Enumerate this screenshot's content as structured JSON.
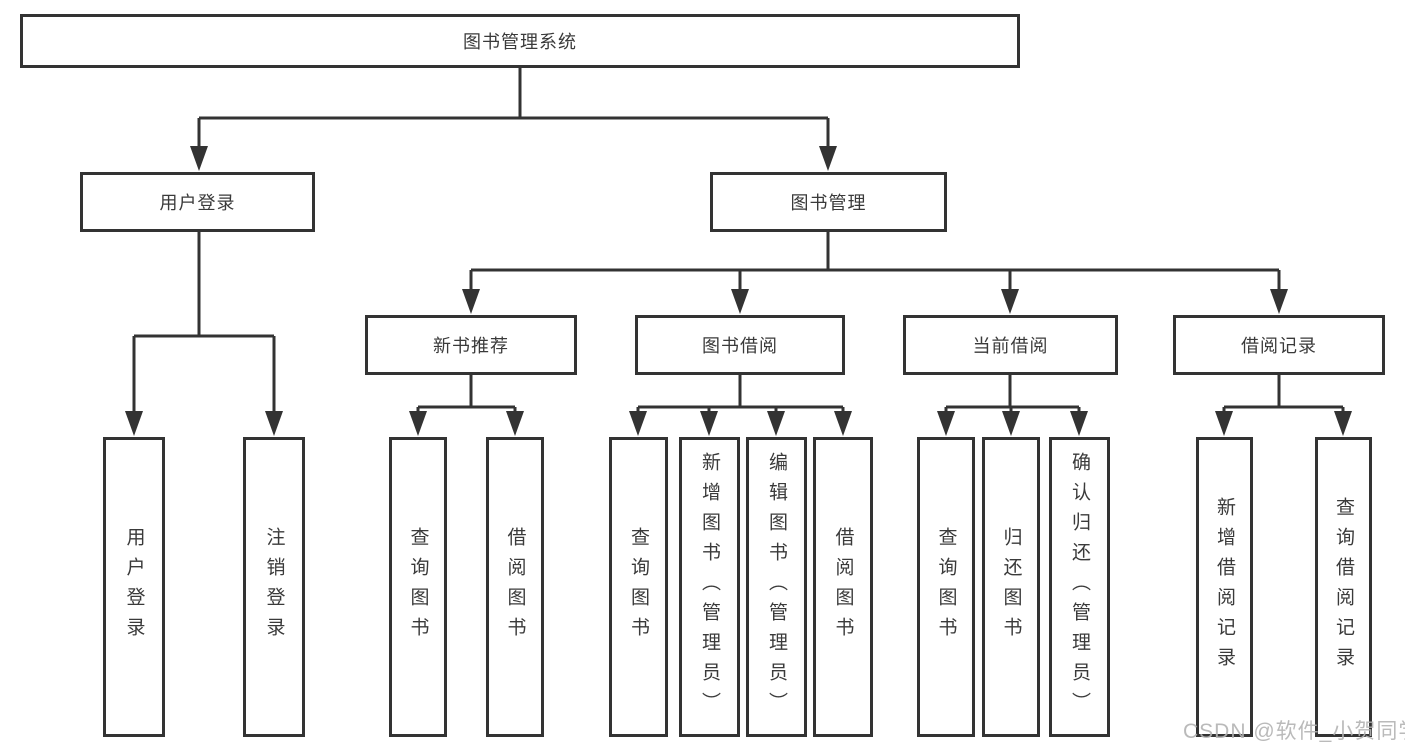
{
  "colors": {
    "line": "#333333",
    "text": "#3a3a3a",
    "background": "#ffffff",
    "watermark": "#b2b2b2"
  },
  "diagram": {
    "root": {
      "label": "图书管理系统"
    },
    "user_login": {
      "label": "用户登录",
      "children": [
        {
          "label": "用户登录"
        },
        {
          "label": "注销登录"
        }
      ]
    },
    "book_management": {
      "label": "图书管理",
      "sections": [
        {
          "label": "新书推荐",
          "children": [
            {
              "label": "查询图书"
            },
            {
              "label": "借阅图书"
            }
          ]
        },
        {
          "label": "图书借阅",
          "children": [
            {
              "label": "查询图书"
            },
            {
              "label": "新增图书（管理员）"
            },
            {
              "label": "编辑图书（管理员）"
            },
            {
              "label": "借阅图书"
            }
          ]
        },
        {
          "label": "当前借阅",
          "children": [
            {
              "label": "查询图书"
            },
            {
              "label": "归还图书"
            },
            {
              "label": "确认归还（管理员）"
            }
          ]
        },
        {
          "label": "借阅记录",
          "children": [
            {
              "label": "新增借阅记录"
            },
            {
              "label": "查询借阅记录"
            }
          ]
        }
      ]
    }
  },
  "watermark": {
    "text": "CSDN @软件_小贺同学"
  }
}
